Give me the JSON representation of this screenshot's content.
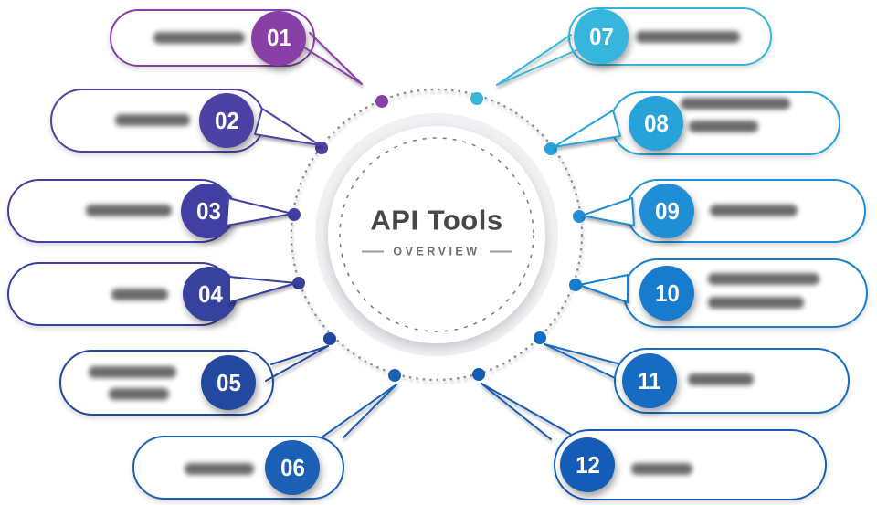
{
  "center": {
    "title": "API Tools",
    "subtitle": "OVERVIEW"
  },
  "palette": {
    "ring_gray": "#8F8F8F",
    "inner_dotted_gray": "#7a7a7a",
    "center_light_circle": "#F1F1F3",
    "center_white_circle": "#FFFFFF",
    "title_text": "#474747",
    "subtitle_text": "#6F6F6F",
    "redacted_text_gray": "#4A4A4A"
  },
  "items": [
    {
      "number": "01",
      "color": "#8940A6",
      "label": "",
      "label_legible": false,
      "blur_lines": [
        100
      ]
    },
    {
      "number": "02",
      "color": "#4C42A6",
      "label": "",
      "label_legible": false,
      "blur_lines": [
        82
      ]
    },
    {
      "number": "03",
      "color": "#4140A2",
      "label": "",
      "label_legible": false,
      "blur_lines": [
        94
      ]
    },
    {
      "number": "04",
      "color": "#37419E",
      "label": "",
      "label_legible": false,
      "blur_lines": [
        62
      ]
    },
    {
      "number": "05",
      "color": "#23489F",
      "label": "",
      "label_legible": false,
      "blur_lines": [
        96,
        66
      ]
    },
    {
      "number": "06",
      "color": "#1A60B4",
      "label": "",
      "label_legible": false,
      "blur_lines": [
        76
      ]
    },
    {
      "number": "07",
      "color": "#36B6DC",
      "label": "",
      "label_legible": false,
      "blur_lines": [
        114
      ]
    },
    {
      "number": "08",
      "color": "#27A3DA",
      "label": "",
      "label_legible": false,
      "blur_lines": [
        120,
        76
      ]
    },
    {
      "number": "09",
      "color": "#1F8ED4",
      "label": "",
      "label_legible": false,
      "blur_lines": [
        96
      ]
    },
    {
      "number": "10",
      "color": "#187CCE",
      "label": "",
      "label_legible": false,
      "blur_lines": [
        122,
        105
      ]
    },
    {
      "number": "11",
      "color": "#166BC2",
      "label": "",
      "label_legible": false,
      "blur_lines": [
        72
      ]
    },
    {
      "number": "12",
      "color": "#145CB6",
      "label": "",
      "label_legible": false,
      "blur_lines": [
        67
      ]
    }
  ]
}
